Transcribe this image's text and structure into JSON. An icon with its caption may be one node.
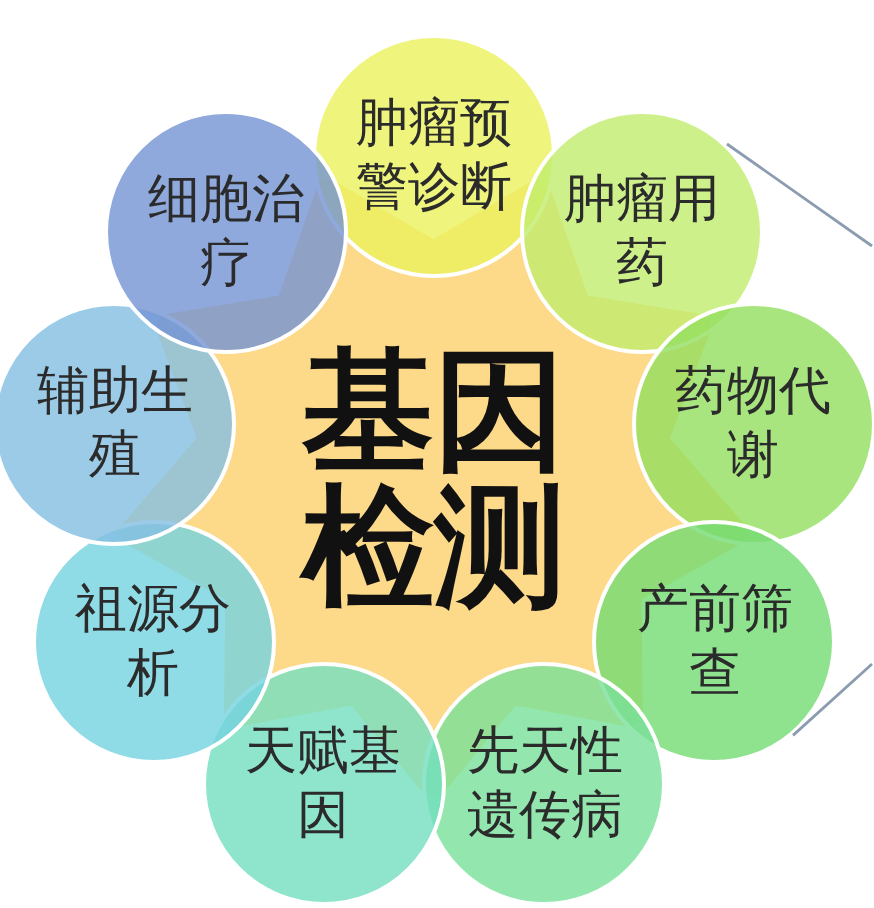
{
  "diagram": {
    "nodes": [
      {
        "text": [
          "基因检测"
        ]
      },
      {
        "text": [
          "肿瘤预警诊断"
        ]
      },
      {
        "text": [
          "肿瘤用药"
        ]
      },
      {
        "text": [
          "药物代谢"
        ]
      },
      {
        "text": [
          "产前筛查"
        ]
      },
      {
        "text": [
          "先天性遗传病"
        ]
      },
      {
        "text": [
          "天赋基因"
        ]
      },
      {
        "text": [
          "祖源分析"
        ]
      },
      {
        "text": [
          "辅助生殖"
        ]
      },
      {
        "text": [
          "细胞治疗"
        ]
      }
    ],
    "edges": [
      {
        "from": 2,
        "to": null,
        "arrow": "none"
      },
      {
        "from": 4,
        "to": null,
        "arrow": "none"
      }
    ]
  }
}
